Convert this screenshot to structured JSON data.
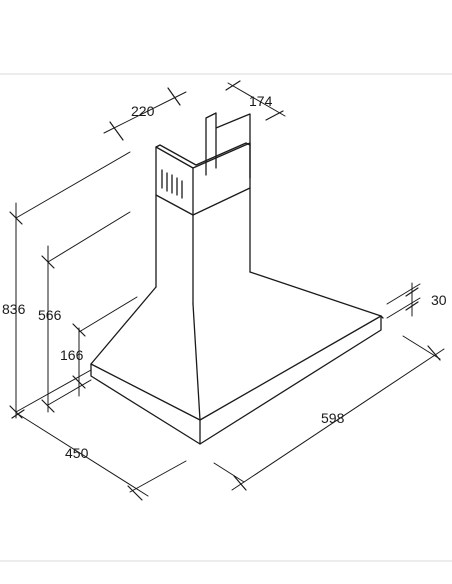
{
  "dimensions": {
    "chimney_width": "220",
    "chimney_depth": "174",
    "total_height": "836",
    "upper_height": "566",
    "canopy_height": "166",
    "canopy_depth": "450",
    "canopy_width": "598",
    "edge_thickness": "30"
  },
  "colors": {
    "line": "#1a1a1a",
    "background": "#ffffff",
    "rule": "#d8d8d8"
  }
}
